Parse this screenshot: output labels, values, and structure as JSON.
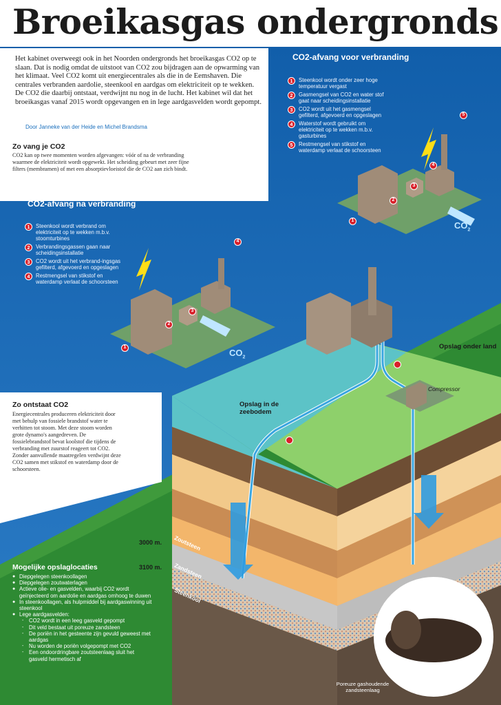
{
  "title": "Broeikasgas ondergronds",
  "intro": {
    "text": "Het kabinet overweegt ook in het Noorden ondergronds het broeikasgas CO2 op te slaan. Dat is nodig omdat de uitstoot van CO2 zou bijdragen aan de opwarming van het klimaat. Veel CO2 komt uit energiecentrales als die in de Eemshaven. Die centrales verbranden aardolie, steenkool en aardgas om elektriciteit op te wekken. De CO2 die daarbij ontstaat, verdwijnt nu nog in de lucht. Het kabinet wil dat het broeikasgas vanaf 2015 wordt opgevangen en in lege aardgasvelden wordt gepompt.",
    "byline": "Door Janneke van der Heide en Michel Brandsma"
  },
  "zo_vang": {
    "heading": "Zo vang je CO2",
    "text": "CO2 kan op twee momenten worden afgevangen: vóór of na de verbranding waarmee de elektriciteit wordt opgewekt. Het scheiding gebeurt met zeer fijne filters (membramen) of met een absorptievloeistof die de CO2 aan zich bindt."
  },
  "voor": {
    "title": "CO2-afvang voor verbranding",
    "steps": [
      {
        "n": "1",
        "text": "Steenkool wordt onder zeer hoge temperatuur vergast"
      },
      {
        "n": "2",
        "text": "Gasmengsel van CO2 en water stof gaat naar scheidingsinstallatie"
      },
      {
        "n": "3",
        "text": "CO2 wordt uit het gasmengsel gefilterd, afgevoerd en opgeslagen"
      },
      {
        "n": "4",
        "text": "Waterstof wordt gebruikt om elektriciteit op te wekken m.b.v. gasturbines"
      },
      {
        "n": "5",
        "text": "Restmengsel van stikstof en waterdamp verlaat de schoorsteen"
      }
    ]
  },
  "na": {
    "title": "CO2-afvang na verbranding",
    "steps": [
      {
        "n": "1",
        "text": "Steenkool wordt verbrand om elektriciteit op te wekken m.b.v. stoomturbines"
      },
      {
        "n": "2",
        "text": "Verbrandingsgassen gaan naar scheidingsinstallatie"
      },
      {
        "n": "3",
        "text": "CO2 wordt uit het verbrand-ingsgas gefilterd, afgevoerd en opgeslagen"
      },
      {
        "n": "4",
        "text": "Restmengsel van stikstof en waterdamp verlaat de schoorsteen"
      }
    ]
  },
  "ontstaat": {
    "heading": "Zo ontstaat CO2",
    "text": "Energiecentrales produceren elektriciteit door met behulp van fossiele brandstof water te verhitten tot stoom. Met deze stoom worden grote dynamo's aangedreven. De fossielebrandstof bevat koolstof die tijdens de verbranding met zuurstof reageert tot CO2. Zonder aanvullende maatregelen verdwijnt deze CO2 samen met stikstof en waterdamp door de schoorsteen."
  },
  "opslag": {
    "title": "Mogelijke opslaglocaties",
    "items": [
      {
        "text": "Diepgelegen steenkoollagen",
        "sub": false
      },
      {
        "text": "Diepgelegen zoutwaterlagen",
        "sub": false
      },
      {
        "text": "Actieve olie- en gasvelden, waarbij CO2 wordt geïnjecteerd om aardolie en aardgas omhoog te duwen",
        "sub": false
      },
      {
        "text": "In steenkoollagen, als hulpmiddel bij aardgaswinning uit steenkool",
        "sub": false
      },
      {
        "text": "Lege aardgasvelden:",
        "sub": false
      },
      {
        "text": "CO2 wordt in een leeg gasveld gepompt",
        "sub": true
      },
      {
        "text": "Dit veld bestaat uit poreuze zandsteen",
        "sub": true
      },
      {
        "text": "De poriën in het gesteente zijn gevuld geweest met aardgas",
        "sub": true
      },
      {
        "text": "Nu worden de poriën volgepompt met CO2",
        "sub": true
      },
      {
        "text": "Een ondoordringbare zoutsteenlaag sluit het gasveld hermetisch af",
        "sub": true
      }
    ]
  },
  "labels": {
    "opslag_land": "Opslag onder land",
    "compressor": "Compressor",
    "opslag_zee": "Opslag in de zeebodem",
    "depth_3000": "3000 m.",
    "depth_3100": "3100 m.",
    "zoutsteen": "Zoutsteen",
    "zandsteen": "Zandsteen",
    "steenkool": "Steenkool",
    "caption": "Poreuze gashoudende zandsteenlaag",
    "co2": "CO",
    "co2_sub": "2"
  },
  "colors": {
    "sky_blue": "#1a68b6",
    "grass_green": "#3f9a3c",
    "sea": "#62c6c8",
    "marker_red": "#d9202a",
    "arrow_blue": "#2f9be0"
  }
}
